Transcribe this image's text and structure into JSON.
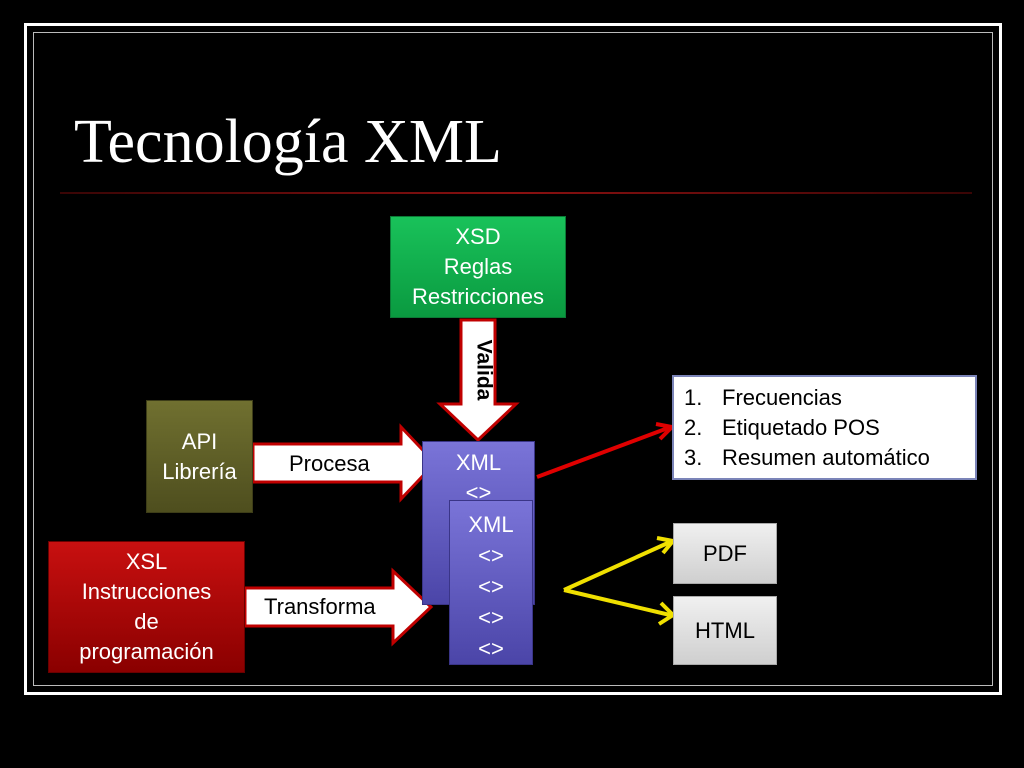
{
  "title": "Tecnología XML",
  "xsd": [
    "XSD",
    "Reglas",
    "Restricciones"
  ],
  "api": [
    "API",
    "Librería"
  ],
  "xsl": [
    "XSL",
    "Instrucciones",
    "de",
    "programación"
  ],
  "xml_back": [
    "XML",
    "<>"
  ],
  "xml_front": [
    "XML",
    "<>",
    "<>",
    "<>",
    "<>"
  ],
  "arrows": {
    "valida": "Valida",
    "procesa": "Procesa",
    "transforma": "Transforma"
  },
  "list": [
    {
      "num": "1.",
      "text": "Frecuencias"
    },
    {
      "num": "2.",
      "text": "Etiquetado POS"
    },
    {
      "num": "3.",
      "text": "Resumen automático"
    }
  ],
  "outputs": {
    "pdf": "PDF",
    "html": "HTML"
  },
  "colors": {
    "xsd": "#0fae4c",
    "api": "#5f5f27",
    "xsl": "#b00808",
    "xml": "#625cc0",
    "red_arrow": "#e00000",
    "yellow_arrow": "#f0e000"
  }
}
